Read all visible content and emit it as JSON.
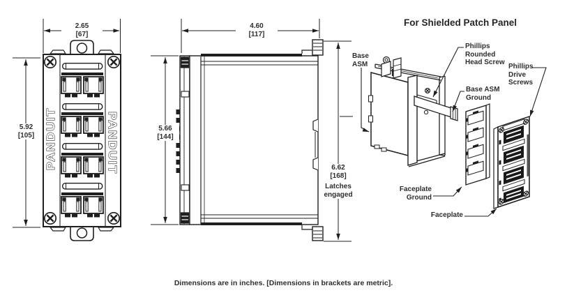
{
  "title": "For Shielded Patch Panel",
  "footnote": "Dimensions are in inches. [Dimensions in brackets are metric].",
  "brand": "PANDUIT",
  "front_view": {
    "width_in": "2.65",
    "width_mm": "[67]",
    "height_in": "5.92",
    "height_mm": "[105]"
  },
  "side_view": {
    "width_in": "4.60",
    "width_mm": "[117]",
    "height_in": "5.66",
    "height_mm": "[144]",
    "latch_in": "6.62",
    "latch_mm": "[168]",
    "latch_note": "Latches engaged"
  },
  "exploded_view": {
    "labels": {
      "base_asm": "Base ASM",
      "phillips_rounded_head_screw": "Phillips Rounded Head Screw",
      "base_asm_ground": "Base ASM Ground",
      "phillips_drive_screws": "Phillips Drive Screws",
      "faceplate_ground": "Faceplate Ground",
      "faceplate": "Faceplate"
    }
  }
}
